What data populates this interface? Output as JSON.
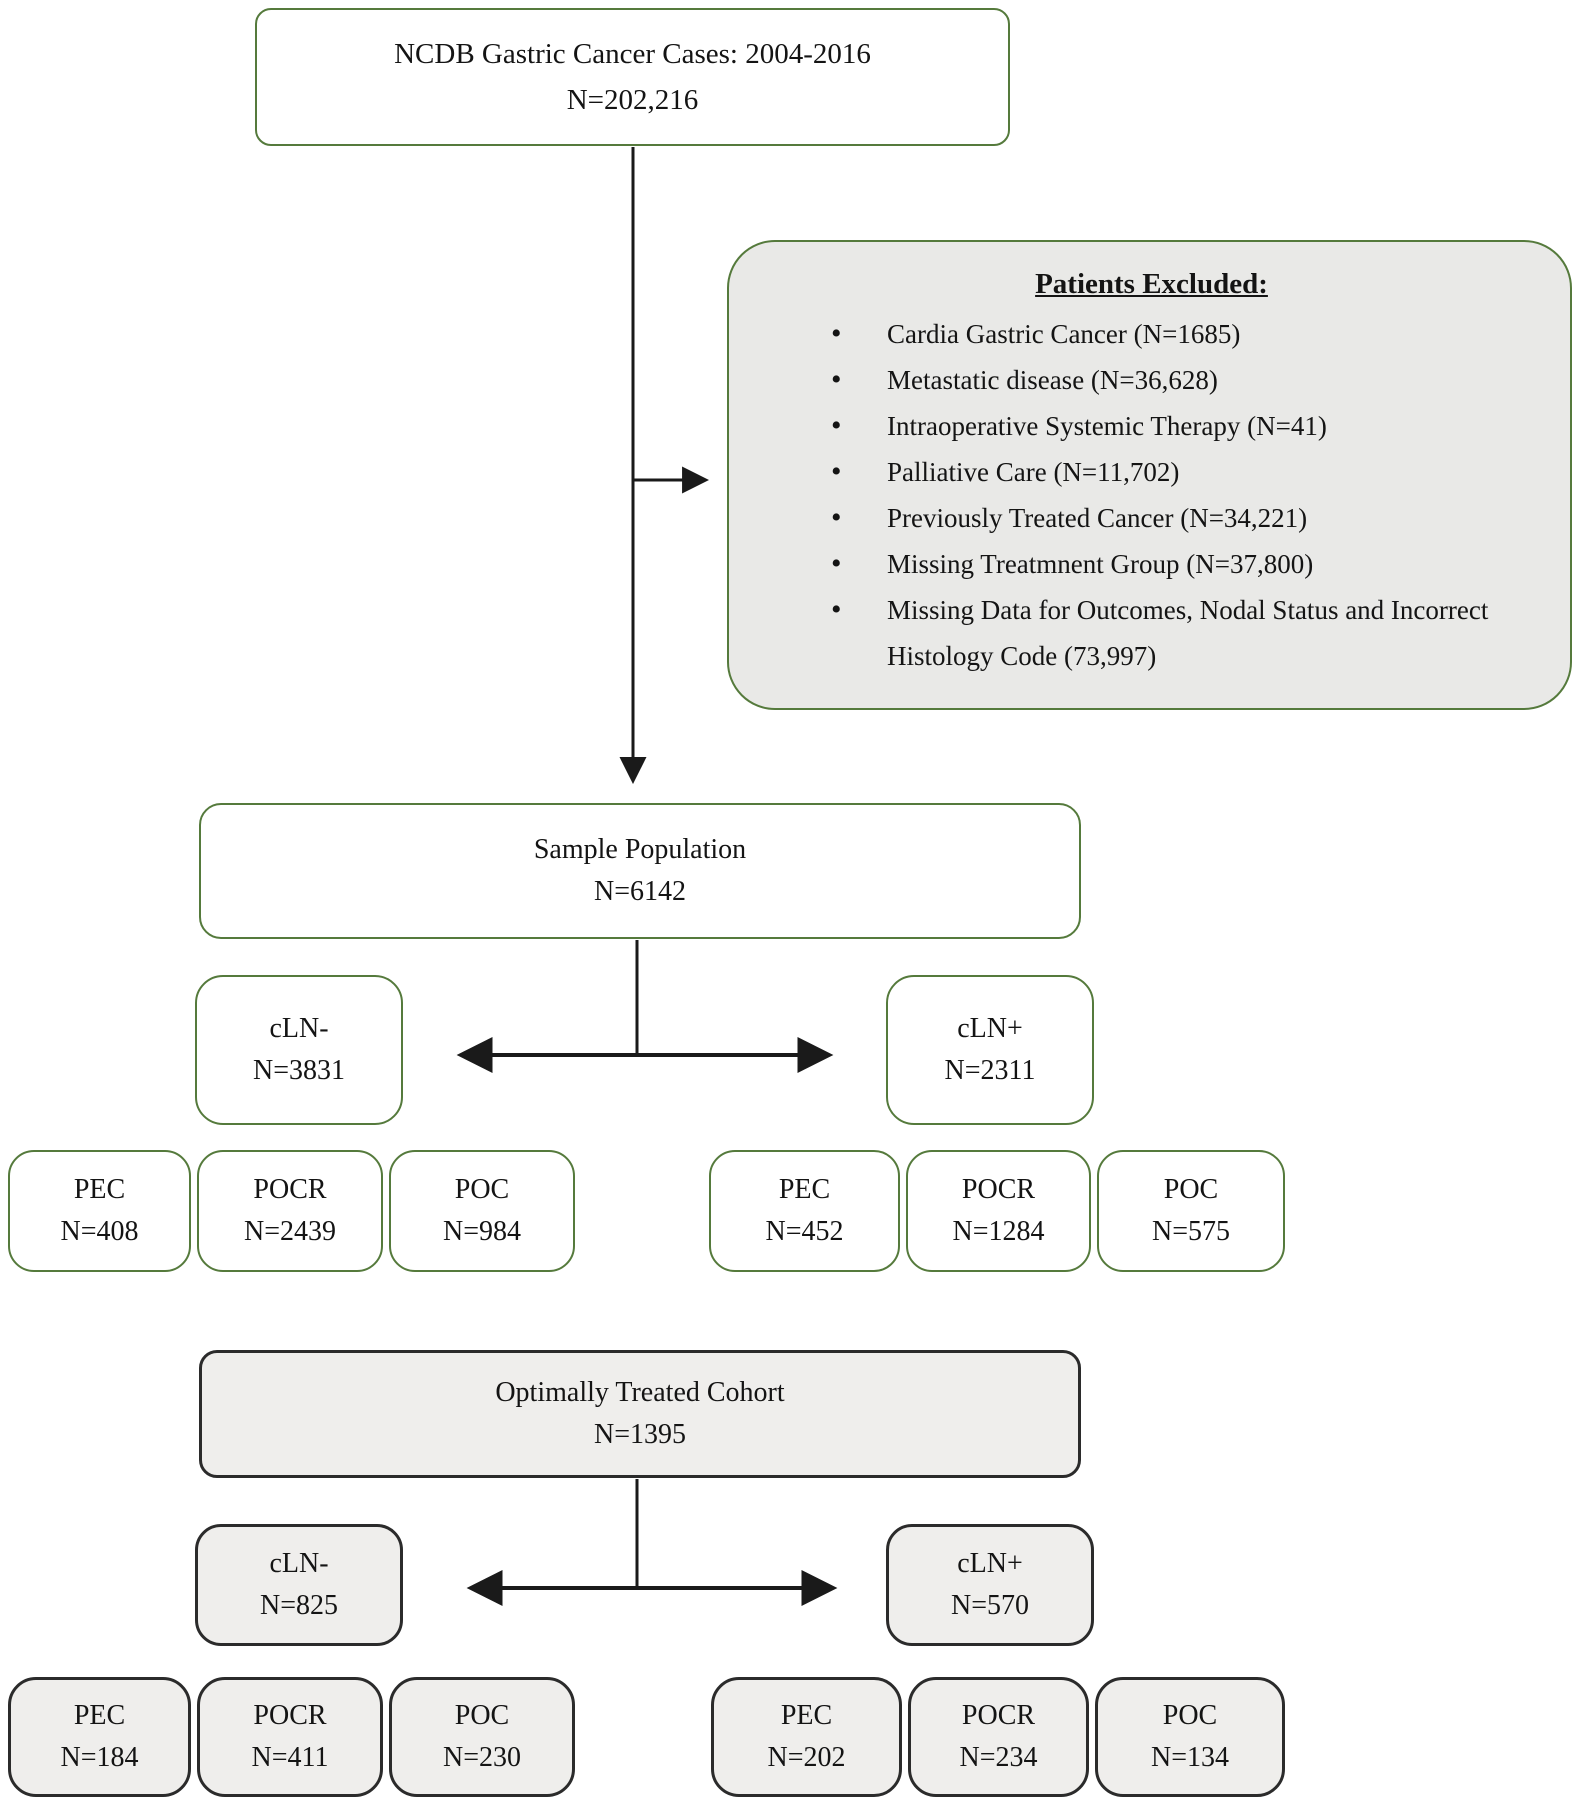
{
  "figure": {
    "colors": {
      "green_border": "#557a3c",
      "dark_border": "#2b2b2b",
      "excluded_fill": "#e9e9e7",
      "lower_tier_fill": "#efeeec",
      "line_color": "#1a1a1a",
      "background": "#ffffff"
    },
    "top_box": {
      "line1": "NCDB Gastric Cancer Cases: 2004-2016",
      "line2": "N=202,216"
    },
    "excluded_box": {
      "title": "Patients Excluded:",
      "items": [
        "Cardia Gastric Cancer (N=1685)",
        "Metastatic disease (N=36,628)",
        "Intraoperative Systemic Therapy (N=41)",
        "Palliative Care (N=11,702)",
        "Previously Treated Cancer (N=34,221)",
        "Missing Treatmnent Group (N=37,800)",
        "Missing Data for Outcomes, Nodal Status and Incorrect Histology Code (73,997)"
      ]
    },
    "sample_box": {
      "line1": "Sample Population",
      "line2": "N=6142"
    },
    "tier1": {
      "cln_neg": {
        "line1": "cLN-",
        "line2": "N=3831"
      },
      "cln_pos": {
        "line1": "cLN+",
        "line2": "N=2311"
      },
      "left_groups": [
        {
          "line1": "PEC",
          "line2": "N=408"
        },
        {
          "line1": "POCR",
          "line2": "N=2439"
        },
        {
          "line1": "POC",
          "line2": "N=984"
        }
      ],
      "right_groups": [
        {
          "line1": "PEC",
          "line2": "N=452"
        },
        {
          "line1": "POCR",
          "line2": "N=1284"
        },
        {
          "line1": "POC",
          "line2": "N=575"
        }
      ]
    },
    "otc_box": {
      "line1": "Optimally Treated Cohort",
      "line2": "N=1395"
    },
    "tier2": {
      "cln_neg": {
        "line1": "cLN-",
        "line2": "N=825"
      },
      "cln_pos": {
        "line1": "cLN+",
        "line2": "N=570"
      },
      "left_groups": [
        {
          "line1": "PEC",
          "line2": "N=184"
        },
        {
          "line1": "POCR",
          "line2": "N=411"
        },
        {
          "line1": "POC",
          "line2": "N=230"
        }
      ],
      "right_groups": [
        {
          "line1": "PEC",
          "line2": "N=202"
        },
        {
          "line1": "POCR",
          "line2": "N=234"
        },
        {
          "line1": "POC",
          "line2": "N=134"
        }
      ]
    }
  }
}
